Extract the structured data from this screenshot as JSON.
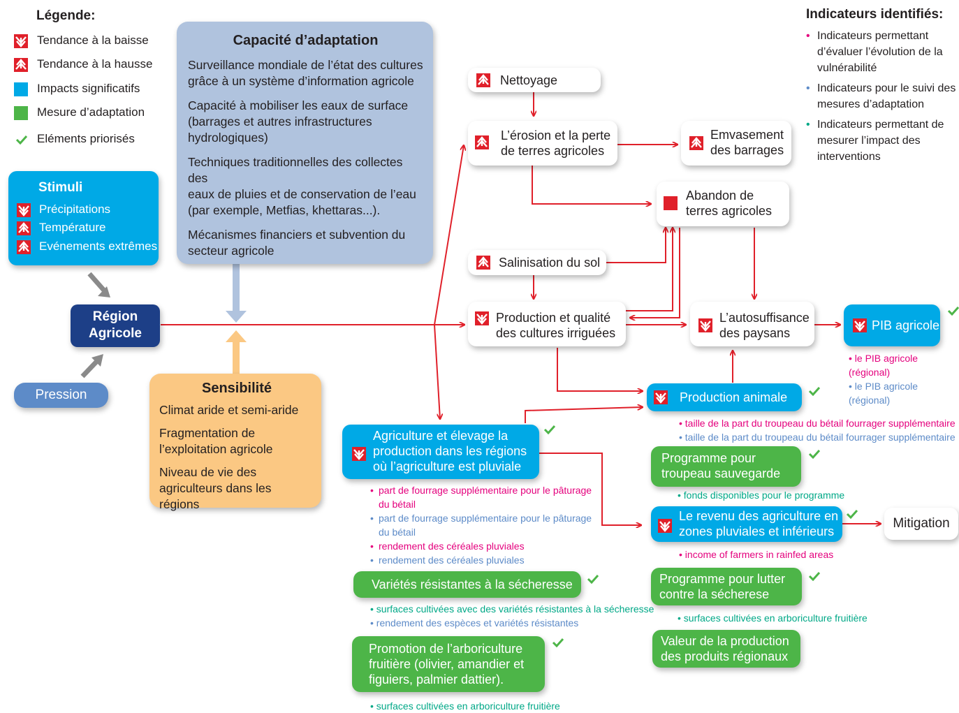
{
  "legend": {
    "title": "Légende:",
    "items": [
      {
        "icon": "arrow-down-icon",
        "label": "Tendance à la baisse"
      },
      {
        "icon": "arrow-up-icon",
        "label": "Tendance à la hausse"
      },
      {
        "icon": "cyan-square-icon",
        "label": "Impacts significatifs"
      },
      {
        "icon": "green-square-icon",
        "label": "Mesure d’adaptation"
      },
      {
        "icon": "check-icon",
        "label": "Eléments priorisés"
      }
    ]
  },
  "indicators": {
    "title": "Indicateurs identifiés:",
    "items": [
      {
        "color": "#e4007d",
        "text": "Indicateurs permettant\nd’évaluer l’évolution de la\nvulnérabilité"
      },
      {
        "color": "#5d8bc8",
        "text": "Indicateurs pour le suivi des\nmesures d’adaptation"
      },
      {
        "color": "#00a887",
        "text": "Indicateurs permettant de\nmesurer l’impact des\ninterventions"
      }
    ]
  },
  "stimuli": {
    "title": "Stimuli",
    "items": [
      "Précipitations",
      "Température",
      "Evénements extrêmes"
    ]
  },
  "region": "Région\nAgricole",
  "pression": "Pression",
  "capacite": {
    "title": "Capacité d’adaptation",
    "items": [
      "Surveillance mondiale de l’état des cultures\ngrâce à un système d’information agricole",
      "Capacité à mobiliser les eaux de surface\n(barrages et autres infrastructures\nhydrologiques)",
      "Techniques traditionnelles des collectes des\neaux de pluies et de conservation de l’eau\n(par exemple, Metfias, khettaras...).",
      "Mécanismes financiers et subvention du\nsecteur agricole"
    ]
  },
  "sensibilite": {
    "title": "Sensibilité",
    "items": [
      "Climat aride et semi-aride",
      "Fragmentation de\nl’exploitation agricole",
      "Niveau de vie des\nagriculteurs dans les régions"
    ]
  },
  "nodes": {
    "nettoyage": "Nettoyage",
    "erosion": "L’érosion et la perte\nde terres agricoles",
    "envasement": "Emvasement\ndes barrages",
    "abandon": "Abandon de\nterres agricoles",
    "salinisation": "Salinisation du sol",
    "production_irriguee": "Production et qualité\ndes cultures irriguées",
    "autosuffisance": "L’autosuffisance\ndes paysans",
    "pib": "PIB agricole",
    "production_animale": "Production animale",
    "agriculture_pluviale": "Agriculture et élevage la\nproduction dans les régions\noù l’agriculture est pluviale",
    "programme_troupeau": "Programme pour\ntroupeau sauvegarde",
    "revenu": "Le revenu des agriculture en\nzones pluviales et inférieurs",
    "mitigation": "Mitigation",
    "varietes": "Variétés résistantes à la sécheresse",
    "programme_secheresse": "Programme pour lutter\ncontre la sécherese",
    "promotion": "Promotion de l’arboriculture\nfruitière (olivier, amandier et\nfiguiers, palmier dattier).",
    "valeur": "Valeur de la production\ndes produits régionaux"
  },
  "indicator_lists": {
    "pib": [
      {
        "color": "pink",
        "text": "le PIB agricole (régional)"
      },
      {
        "color": "blue",
        "text": "le PIB agricole (régional)"
      }
    ],
    "production_animale": [
      {
        "color": "pink",
        "text": "taille de la part du troupeau du bétail fourrager supplémentaire"
      },
      {
        "color": "blue",
        "text": "taille de la part du troupeau du bétail fourrager supplémentaire"
      }
    ],
    "programme_troupeau": [
      {
        "color": "teal",
        "text": "fonds disponibles pour le programme"
      }
    ],
    "agriculture_pluviale": [
      {
        "color": "pink",
        "text": "part de fourrage supplémentaire pour le pâturage\ndu bétail"
      },
      {
        "color": "blue",
        "text": "part de fourrage supplémentaire pour le pâturage\ndu bétail"
      },
      {
        "color": "pink",
        "text": "rendement des céréales pluviales"
      },
      {
        "color": "blue",
        "text": "rendement des céréales pluviales"
      }
    ],
    "revenu": [
      {
        "color": "pink",
        "text": "income of farmers in rainfed areas"
      }
    ],
    "varietes": [
      {
        "color": "teal",
        "text": "surfaces cultivées avec des variétés résistantes à la sécheresse"
      },
      {
        "color": "blue",
        "text": "rendement des espèces et variétés résistantes"
      }
    ],
    "programme_secheresse": [
      {
        "color": "teal",
        "text": "surfaces cultivées en arboriculture fruitière"
      }
    ],
    "promotion": [
      {
        "color": "teal",
        "text": "surfaces cultivées en arboriculture fruitière"
      }
    ]
  },
  "colors": {
    "arrow_red": "#e0202a",
    "cyan": "#00a9e6",
    "green": "#4db548",
    "navy": "#1d3f87",
    "steel_blue": "#5d8bc8",
    "lavender": "#b0c3de",
    "peach": "#fbc883"
  }
}
